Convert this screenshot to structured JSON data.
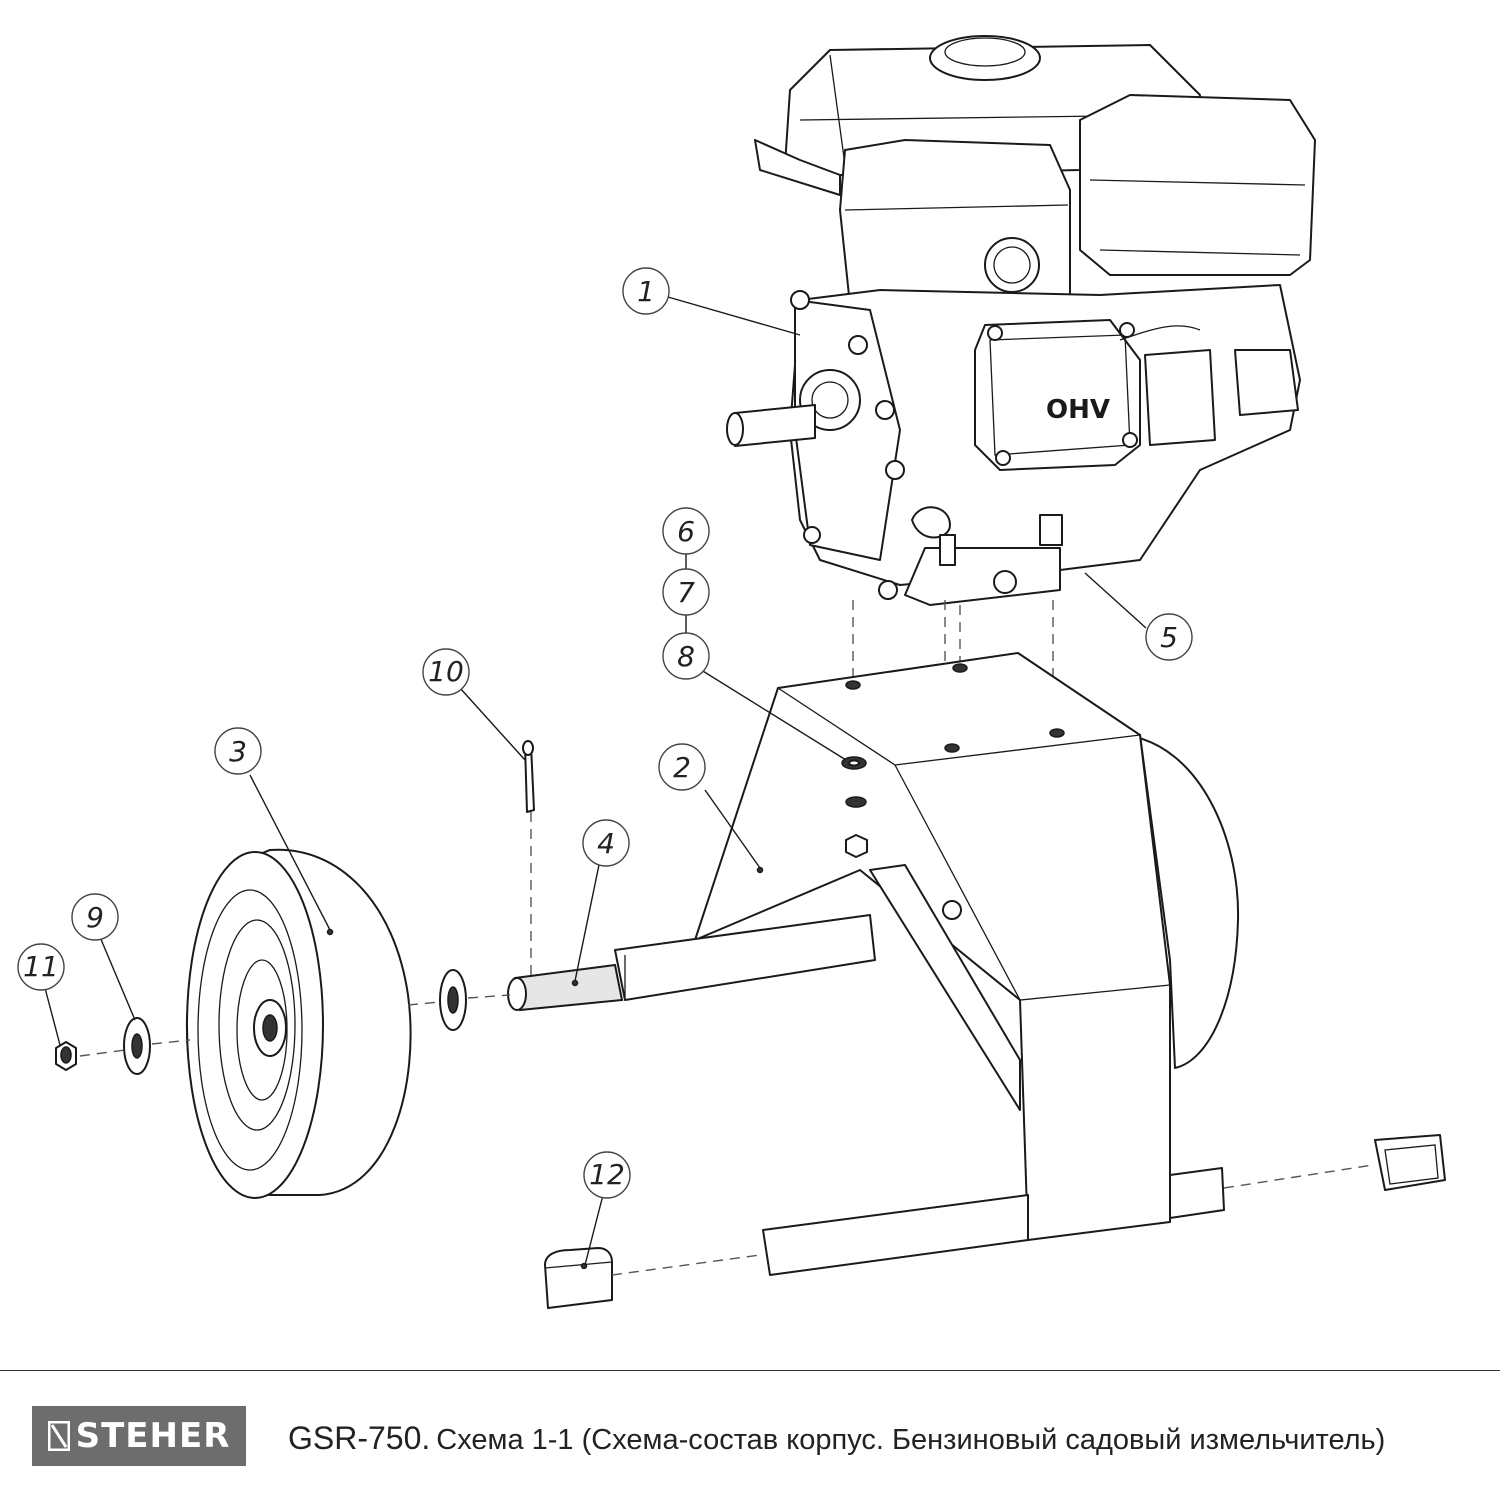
{
  "diagram": {
    "engine_marking": "OHV",
    "callouts": [
      {
        "label": "1"
      },
      {
        "label": "2"
      },
      {
        "label": "3"
      },
      {
        "label": "4"
      },
      {
        "label": "5"
      },
      {
        "label": "6"
      },
      {
        "label": "7"
      },
      {
        "label": "8"
      },
      {
        "label": "9"
      },
      {
        "label": "10"
      },
      {
        "label": "11"
      },
      {
        "label": "12"
      }
    ]
  },
  "footer": {
    "brand": "STEHER",
    "model": "GSR-750.",
    "caption": "Схема 1-1 (Схема-состав корпус. Бензиновый садовый измельчитель)"
  },
  "colors": {
    "brand_box": "#6d6d6d",
    "line": "#1a1a1a"
  }
}
